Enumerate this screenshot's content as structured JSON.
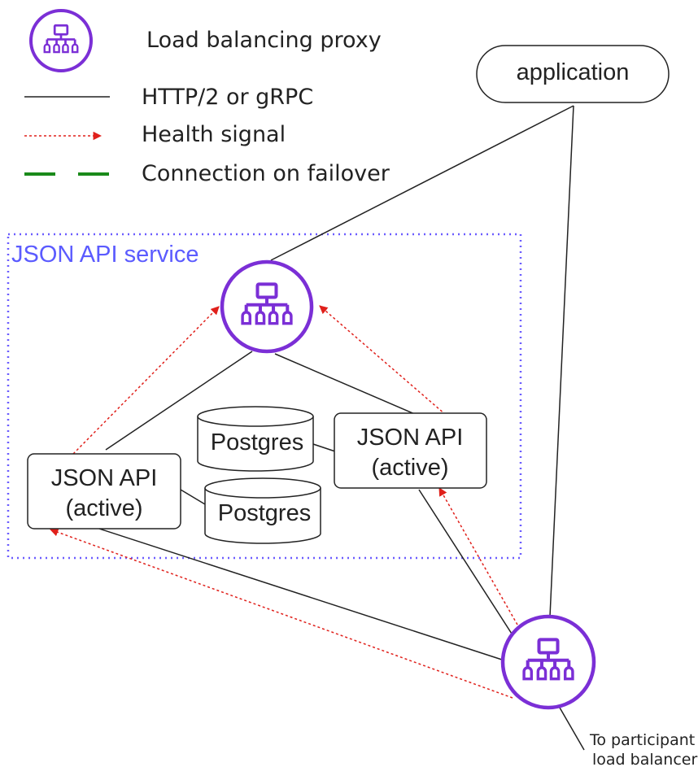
{
  "legend": {
    "proxy_label": "Load balancing proxy",
    "http_label": "HTTP/2 or gRPC",
    "health_label": "Health signal",
    "failover_label": "Connection on failover"
  },
  "application": {
    "label": "application"
  },
  "service": {
    "label": "JSON API service"
  },
  "json_api_left": {
    "line1": "JSON API",
    "line2": "(active)"
  },
  "json_api_right": {
    "line1": "JSON API",
    "line2": "(active)"
  },
  "postgres_top": {
    "label": "Postgres"
  },
  "postgres_bottom": {
    "label": "Postgres"
  },
  "participant_note": {
    "line1": "To participant",
    "line2": "load balancer"
  },
  "colors": {
    "proxy_purple": "#7b2fd6",
    "service_border": "#6b5cff",
    "service_text": "#5b5bff",
    "health_red": "#e0201b",
    "failover_green": "#1a8a1a",
    "line_black": "#222222"
  }
}
